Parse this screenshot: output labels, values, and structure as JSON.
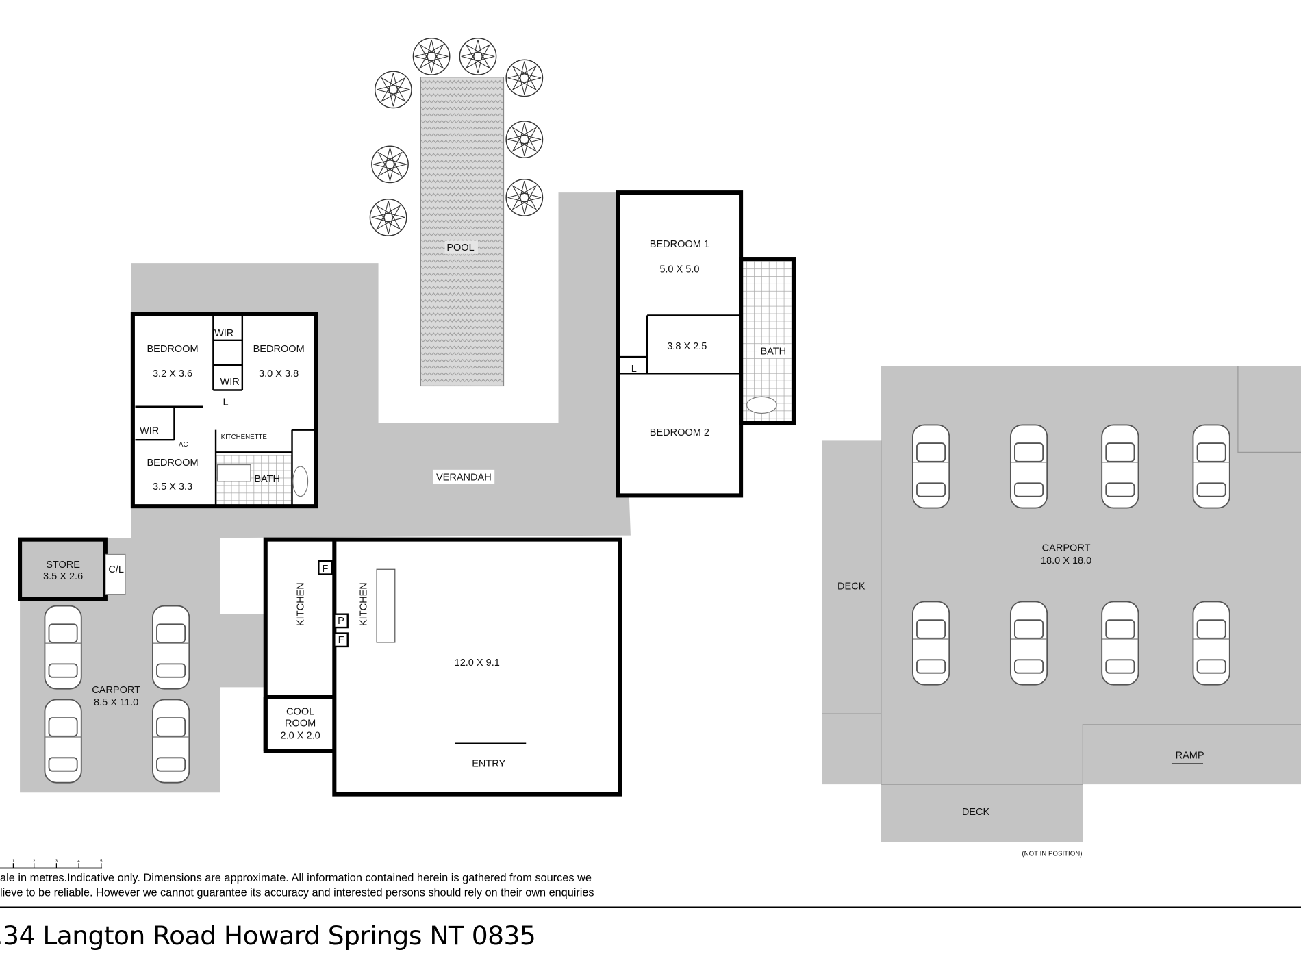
{
  "rooms": {
    "pool": "POOL",
    "bedroom_1": "BEDROOM 1",
    "bedroom_1_size": "5.0 X 5.0",
    "hall_size": "3.8 X 2.5",
    "bath_right": "BATH",
    "bedroom_2": "BEDROOM 2",
    "l_right": "L",
    "bed_a": "BEDROOM",
    "bed_a_size": "3.2 X 3.6",
    "bed_b": "BEDROOM",
    "bed_b_size": "3.0 X 3.8",
    "wir_1": "WIR",
    "wir_2": "WIR",
    "wir_3": "WIR",
    "l_left": "L",
    "kitchenette": "KITCHENETTE",
    "bed_c": "BEDROOM",
    "bed_c_size": "3.5 X 3.3",
    "bath_left": "BATH",
    "verandah": "VERANDAH",
    "store": "STORE",
    "store_size": "3.5 X 2.6",
    "cl": "C/L",
    "carport_left": "CARPORT",
    "carport_left_size": "8.5 X 11.0",
    "kitchen_1": "KITCHEN",
    "kitchen_2": "KITCHEN",
    "f1": "F",
    "f2": "F",
    "p": "P",
    "cool_room_1": "COOL",
    "cool_room_2": "ROOM",
    "cool_room_size": "2.0 X 2.0",
    "main_size": "12.0 X 9.1",
    "entry": "ENTRY",
    "carport_right": "CARPORT",
    "carport_right_size": "18.0 X 18.0",
    "deck_left": "DECK",
    "deck_bottom": "DECK",
    "ramp": "RAMP",
    "not_in_position": "(NOT IN POSITION)",
    "ac": "AC"
  },
  "scale": {
    "ticks": [
      "1",
      "2",
      "3",
      "4",
      "5"
    ]
  },
  "footer": {
    "disclaimer_1": "ale in metres.Indicative only. Dimensions are approximate. All information contained herein is gathered from sources we",
    "disclaimer_2": "lieve to be reliable. However we cannot guarantee its accuracy and interested persons should rely on their own enquiries",
    "address": ".34 Langton Road Howard Springs NT 0835"
  }
}
